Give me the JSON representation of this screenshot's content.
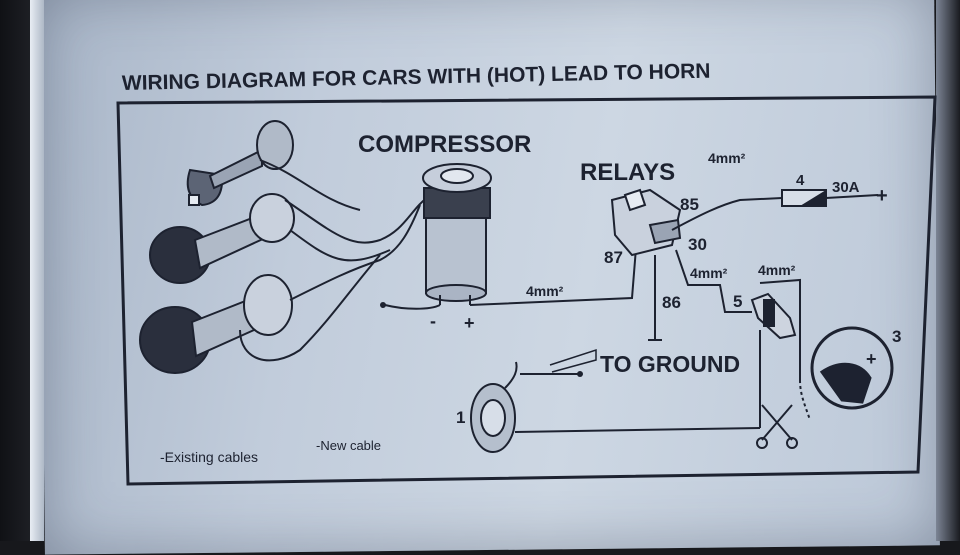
{
  "title": "WIRING DIAGRAM FOR CARS WITH (HOT) LEAD TO HORN",
  "components": {
    "compressor": "COMPRESSOR",
    "relays": "RELAYS",
    "to_ground": "TO GROUND"
  },
  "terminals": {
    "t85": "85",
    "t87": "87",
    "t30": "30",
    "t86": "86",
    "minus": "-",
    "plus": "+"
  },
  "wire_sizes": {
    "relay_feed": "4mm²",
    "compressor_feed": "4mm²",
    "horn_switch_a": "4mm²",
    "horn_switch_b": "4mm²"
  },
  "callouts": {
    "c1": "1",
    "c3": "3",
    "c4": "4",
    "c5": "5"
  },
  "fuse": {
    "rating": "30A",
    "battery_plus": "+"
  },
  "steering_plus": "+",
  "legend": {
    "existing": "-Existing cables",
    "new": "-New cable"
  },
  "colors": {
    "ink": "#1d2230",
    "paper": "#c1ccdb"
  }
}
